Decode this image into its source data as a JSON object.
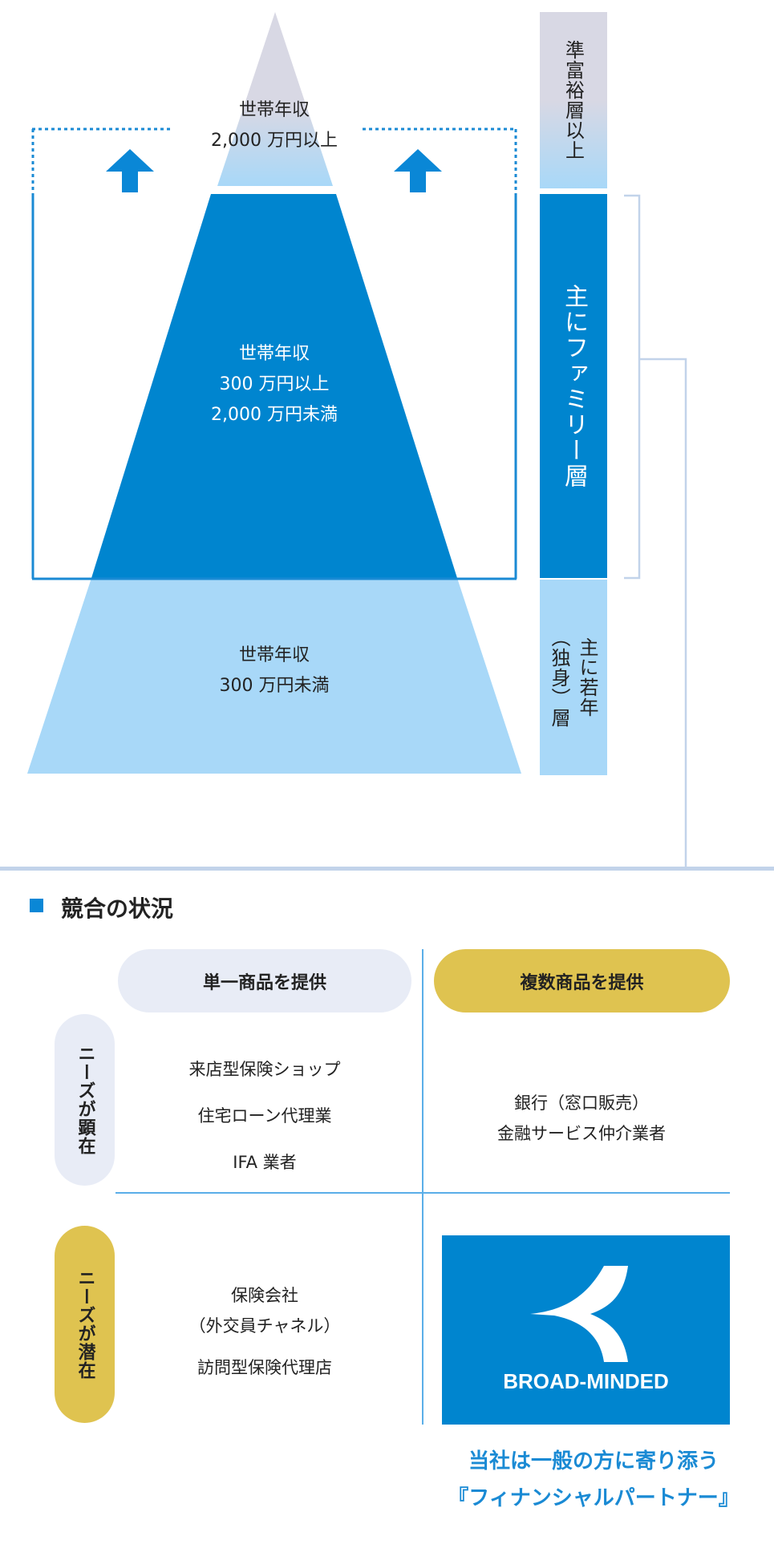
{
  "pyramid": {
    "top_label": [
      "世帯年収",
      "2,000 万円以上"
    ],
    "middle_label": [
      "世帯年収",
      "300 万円以上",
      "2,000 万円未満"
    ],
    "bottom_label": [
      "世帯年収",
      "300 万円未満"
    ],
    "icons": [
      "arrow-up-icon",
      "arrow-up-icon"
    ]
  },
  "segments": {
    "top": "準富裕層以上",
    "middle": "主にファミリー層",
    "bottom_line1": "主に若年",
    "bottom_line2": "（独身）層"
  },
  "competition": {
    "heading": "競合の状況",
    "col_single": "単一商品を提供",
    "col_multi": "複数商品を提供",
    "row_explicit": "ニーズが顕在",
    "row_latent": "ニーズが潜在",
    "cell_single_explicit": [
      "来店型保険ショップ",
      "住宅ローン代理業",
      "IFA 業者"
    ],
    "cell_multi_explicit": [
      "銀行（窓口販売）",
      "金融サービス仲介業者"
    ],
    "cell_single_latent": [
      "保険会社",
      "（外交員チャネル）",
      "訪問型保険代理店"
    ],
    "logo_text": "BROAD-MINDED",
    "tagline": [
      "当社は一般の方に寄り添う",
      "『フィナンシャルパートナー』"
    ]
  },
  "colors": {
    "brand_blue": "#0085cf",
    "light_blue": "#a8d8f8",
    "gold": "#dfc350",
    "pale": "#e8ecf6",
    "line": "#c2d3ea"
  }
}
